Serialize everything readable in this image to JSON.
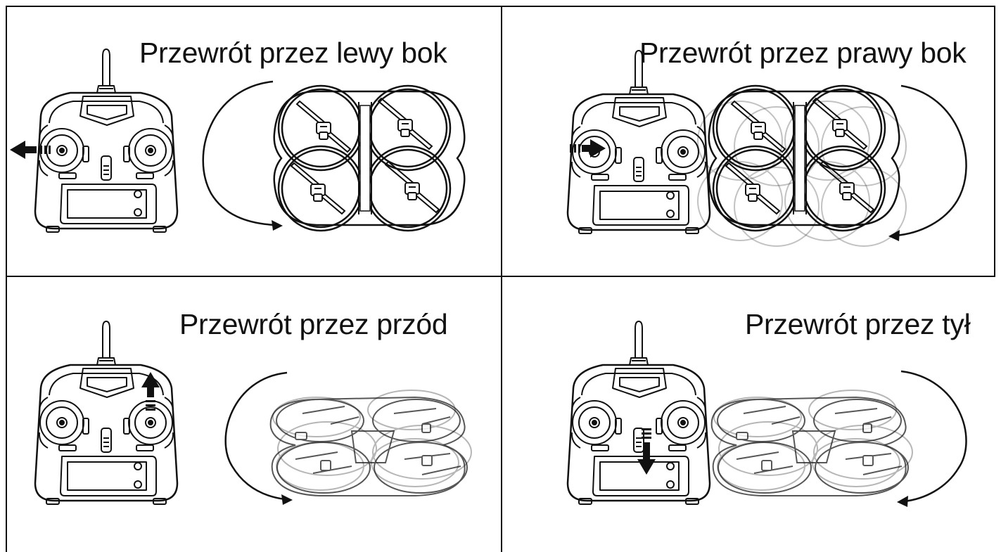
{
  "panels": [
    {
      "title": "Przewrót przez lewy bok",
      "arrow": "left",
      "roll": "left"
    },
    {
      "title": "Przewrót przez prawy bok",
      "arrow": "right",
      "roll": "right"
    },
    {
      "title": "Przewrót przez przód",
      "arrow": "up",
      "roll": "forward"
    },
    {
      "title": "Przewrót przez tył",
      "arrow": "down",
      "roll": "backward"
    }
  ],
  "icons": {
    "controller": "remote-controller-icon",
    "drone": "quadcopter-icon",
    "rotation": "curved-arrow-icon",
    "stick": "stick-direction-arrow-icon"
  }
}
